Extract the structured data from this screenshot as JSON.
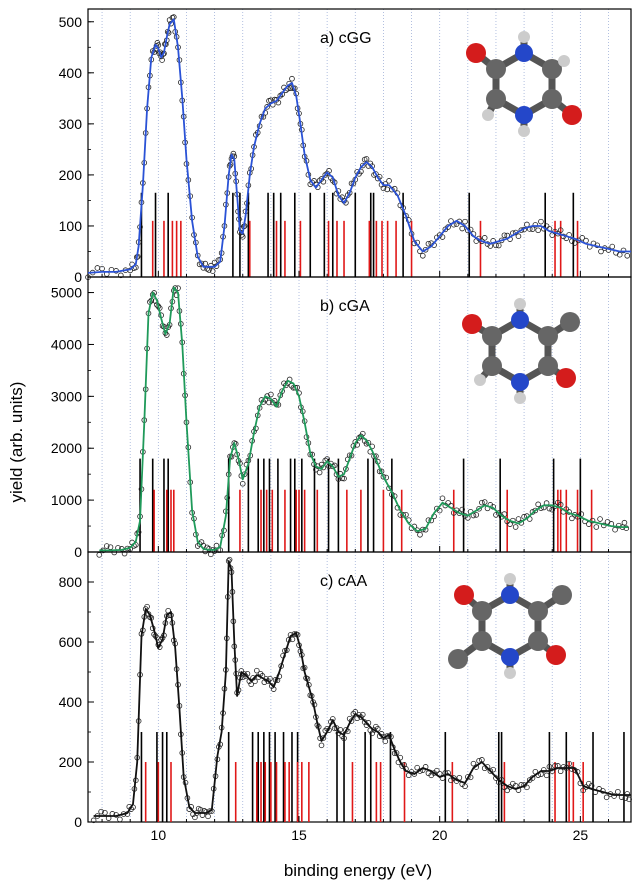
{
  "figure": {
    "ylabel": "yield (arb. units)",
    "xlabel": "binding energy (eV)"
  },
  "chart_data": [
    {
      "type": "line",
      "title": "a) cGG",
      "curve_color": "#2a52d6",
      "xlim": [
        7.5,
        26.8
      ],
      "ylim": [
        0,
        525
      ],
      "xticks": [
        10,
        15,
        20,
        25
      ],
      "yticks": [
        0,
        100,
        200,
        300,
        400,
        500
      ],
      "xtick_labels": [
        "",
        "",
        "",
        ""
      ],
      "ytick_labels": [
        "0",
        "100",
        "200",
        "300",
        "400",
        "500"
      ],
      "grid": "vertical dotted",
      "series": [
        {
          "x": [
            7.5,
            8.0,
            8.5,
            9.0,
            9.2,
            9.3,
            9.45,
            9.6,
            9.75,
            9.9,
            10.0,
            10.1,
            10.2,
            10.3,
            10.4,
            10.55,
            10.7,
            10.85,
            11.0,
            11.2,
            11.4,
            11.6,
            11.8,
            12.0,
            12.2,
            12.35,
            12.5,
            12.6,
            12.7,
            12.8,
            12.9,
            13.0,
            13.1,
            13.25,
            13.4,
            13.6,
            13.8,
            14.0,
            14.2,
            14.4,
            14.6,
            14.75,
            14.9,
            15.05,
            15.2,
            15.4,
            15.6,
            15.8,
            16.0,
            16.2,
            16.4,
            16.6,
            16.8,
            17.0,
            17.2,
            17.4,
            17.6,
            17.8,
            18.0,
            18.2,
            18.5,
            18.8,
            19.1,
            19.4,
            19.7,
            20.0,
            20.3,
            20.6,
            20.9,
            21.2,
            21.5,
            21.8,
            22.1,
            22.4,
            22.7,
            23.0,
            23.3,
            23.6,
            23.9,
            24.2,
            24.5,
            24.8,
            25.2,
            25.6,
            26.0,
            26.4,
            26.8
          ],
          "y": [
            8,
            10,
            10,
            15,
            25,
            60,
            180,
            330,
            430,
            455,
            448,
            430,
            440,
            470,
            495,
            505,
            450,
            350,
            230,
            110,
            40,
            20,
            20,
            20,
            30,
            100,
            200,
            240,
            230,
            160,
            90,
            85,
            120,
            200,
            255,
            300,
            330,
            340,
            345,
            360,
            375,
            380,
            355,
            300,
            240,
            190,
            175,
            190,
            205,
            195,
            160,
            145,
            165,
            195,
            215,
            225,
            215,
            195,
            180,
            180,
            160,
            120,
            70,
            50,
            60,
            80,
            100,
            110,
            100,
            80,
            70,
            65,
            70,
            75,
            85,
            95,
            100,
            100,
            90,
            85,
            80,
            75,
            65,
            60,
            55,
            50,
            50
          ]
        }
      ],
      "sticks_black": {
        "x": [
          9.4,
          9.9,
          10.35,
          12.65,
          12.9,
          13.2,
          13.9,
          14.1,
          14.35,
          14.85,
          15.4,
          15.9,
          16.2,
          17.0,
          17.55,
          17.65,
          18.7,
          21.05,
          23.75,
          24.75
        ],
        "y": 165
      },
      "sticks_red": {
        "x": [
          9.8,
          10.2,
          10.5,
          10.65,
          10.8,
          13.25,
          14.2,
          14.5,
          15.05,
          16.05,
          16.35,
          16.6,
          17.5,
          17.75,
          17.95,
          18.15,
          18.45,
          19.0,
          21.45,
          24.1,
          24.3,
          24.9
        ],
        "y": 110
      }
    },
    {
      "type": "line",
      "title": "b) cGA",
      "curve_color": "#1f9a5a",
      "xlim": [
        7.5,
        26.8
      ],
      "ylim": [
        0,
        5300
      ],
      "xticks": [
        10,
        15,
        20,
        25
      ],
      "yticks": [
        0,
        1000,
        2000,
        3000,
        4000,
        5000
      ],
      "xtick_labels": [
        "",
        "",
        "",
        ""
      ],
      "ytick_labels": [
        "0",
        "1000",
        "2000",
        "3000",
        "4000",
        "5000"
      ],
      "grid": "vertical dotted",
      "series": [
        {
          "x": [
            7.9,
            8.3,
            8.7,
            9.0,
            9.2,
            9.35,
            9.5,
            9.65,
            9.8,
            9.95,
            10.1,
            10.25,
            10.4,
            10.55,
            10.7,
            10.85,
            11.0,
            11.2,
            11.4,
            11.6,
            11.8,
            12.0,
            12.2,
            12.4,
            12.55,
            12.7,
            12.85,
            13.0,
            13.2,
            13.4,
            13.6,
            13.8,
            14.0,
            14.2,
            14.4,
            14.6,
            14.8,
            15.0,
            15.2,
            15.4,
            15.6,
            15.8,
            16.0,
            16.2,
            16.4,
            16.6,
            16.8,
            17.0,
            17.2,
            17.4,
            17.6,
            17.8,
            18.0,
            18.3,
            18.6,
            18.9,
            19.2,
            19.5,
            19.8,
            20.1,
            20.4,
            20.7,
            21.0,
            21.3,
            21.6,
            21.9,
            22.2,
            22.5,
            22.8,
            23.1,
            23.4,
            23.7,
            24.0,
            24.3,
            24.6,
            24.9,
            25.3,
            25.7,
            26.1,
            26.5,
            26.7
          ],
          "y": [
            30,
            30,
            40,
            80,
            200,
            600,
            2500,
            4600,
            5000,
            4850,
            4500,
            4200,
            4400,
            5100,
            5000,
            4000,
            2500,
            800,
            200,
            60,
            40,
            40,
            100,
            700,
            1800,
            2100,
            1800,
            1400,
            1700,
            2300,
            2800,
            3000,
            2950,
            2800,
            3100,
            3300,
            3250,
            3000,
            2500,
            1900,
            1650,
            1600,
            1750,
            1650,
            1450,
            1500,
            1800,
            2100,
            2250,
            2150,
            1950,
            1700,
            1450,
            1150,
            800,
            550,
            400,
            450,
            750,
            950,
            850,
            750,
            700,
            800,
            900,
            850,
            700,
            600,
            550,
            650,
            800,
            900,
            900,
            850,
            750,
            700,
            600,
            550,
            500,
            480,
            480
          ]
        }
      ],
      "sticks_black": {
        "x": [
          9.35,
          9.8,
          10.2,
          10.35,
          12.5,
          13.2,
          13.55,
          13.75,
          13.95,
          14.25,
          14.7,
          14.85,
          15.1,
          15.55,
          16.05,
          16.4,
          17.45,
          17.65,
          18.3,
          20.85,
          22.15,
          24.05,
          25.0
        ],
        "y": 1800
      },
      "sticks_red": {
        "x": [
          9.85,
          10.3,
          10.45,
          10.55,
          12.9,
          13.65,
          13.85,
          14.05,
          14.5,
          14.9,
          15.0,
          15.2,
          15.65,
          16.7,
          17.2,
          18.0,
          18.65,
          20.5,
          22.4,
          24.2,
          24.3,
          24.5,
          24.9,
          25.4
        ],
        "y": 1200
      }
    },
    {
      "type": "line",
      "title": "c) cAA",
      "curve_color": "#111111",
      "xlim": [
        7.5,
        26.8
      ],
      "ylim": [
        0,
        900
      ],
      "xticks": [
        10,
        15,
        20,
        25
      ],
      "yticks": [
        0,
        200,
        400,
        600,
        800
      ],
      "xtick_labels": [
        "10",
        "15",
        "20",
        "25"
      ],
      "ytick_labels": [
        "0",
        "200",
        "400",
        "600",
        "800"
      ],
      "grid": "vertical dotted",
      "series": [
        {
          "x": [
            7.7,
            8.1,
            8.5,
            8.9,
            9.1,
            9.25,
            9.4,
            9.55,
            9.7,
            9.85,
            10.0,
            10.15,
            10.3,
            10.45,
            10.6,
            10.75,
            10.9,
            11.1,
            11.3,
            11.5,
            11.7,
            11.9,
            12.1,
            12.25,
            12.4,
            12.5,
            12.6,
            12.7,
            12.8,
            12.95,
            13.1,
            13.3,
            13.5,
            13.7,
            13.9,
            14.1,
            14.3,
            14.5,
            14.7,
            14.9,
            15.05,
            15.2,
            15.35,
            15.5,
            15.65,
            15.8,
            16.0,
            16.2,
            16.4,
            16.6,
            16.8,
            17.0,
            17.2,
            17.4,
            17.6,
            17.8,
            18.0,
            18.2,
            18.4,
            18.6,
            18.8,
            19.1,
            19.4,
            19.7,
            20.0,
            20.3,
            20.6,
            20.9,
            21.2,
            21.5,
            21.8,
            22.1,
            22.4,
            22.7,
            23.0,
            23.3,
            23.6,
            23.9,
            24.2,
            24.5,
            24.8,
            25.1,
            25.4,
            25.8,
            26.2,
            26.6,
            26.8
          ],
          "y": [
            20,
            20,
            20,
            30,
            60,
            200,
            620,
            710,
            690,
            640,
            580,
            610,
            690,
            700,
            580,
            380,
            150,
            50,
            30,
            30,
            30,
            40,
            220,
            300,
            500,
            870,
            840,
            600,
            420,
            500,
            490,
            470,
            490,
            480,
            470,
            450,
            500,
            560,
            620,
            630,
            580,
            500,
            450,
            400,
            330,
            270,
            300,
            340,
            300,
            290,
            330,
            360,
            350,
            330,
            310,
            300,
            280,
            290,
            240,
            200,
            170,
            160,
            180,
            170,
            150,
            160,
            140,
            130,
            180,
            200,
            170,
            140,
            120,
            110,
            120,
            150,
            170,
            170,
            180,
            180,
            180,
            120,
            110,
            100,
            90,
            90,
            90
          ]
        }
      ],
      "sticks_black": {
        "x": [
          9.4,
          9.95,
          10.15,
          10.3,
          12.5,
          13.35,
          13.55,
          13.75,
          13.95,
          14.15,
          14.45,
          14.75,
          14.95,
          16.35,
          16.6,
          17.35,
          17.55,
          18.25,
          20.2,
          22.1,
          22.2,
          23.9,
          24.5,
          25.45,
          26.55
        ],
        "y": 300
      },
      "sticks_red": {
        "x": [
          9.55,
          10.0,
          10.45,
          12.75,
          13.5,
          13.65,
          13.8,
          14.0,
          14.2,
          14.5,
          14.65,
          14.95,
          15.1,
          15.35,
          16.9,
          17.75,
          17.9,
          18.75,
          20.45,
          22.3,
          24.1,
          24.6,
          24.75,
          25.1
        ],
        "y": 200
      }
    }
  ]
}
